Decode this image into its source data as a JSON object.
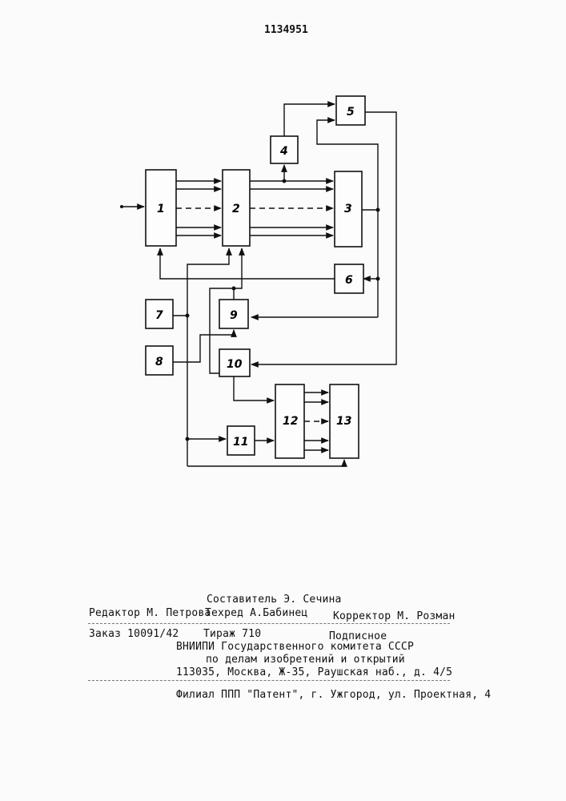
{
  "patent_number": "1134951",
  "diagram": {
    "blocks": [
      {
        "id": "1",
        "label": "1"
      },
      {
        "id": "2",
        "label": "2"
      },
      {
        "id": "3",
        "label": "3"
      },
      {
        "id": "4",
        "label": "4"
      },
      {
        "id": "5",
        "label": "5"
      },
      {
        "id": "6",
        "label": "6"
      },
      {
        "id": "7",
        "label": "7"
      },
      {
        "id": "8",
        "label": "8"
      },
      {
        "id": "9",
        "label": "9"
      },
      {
        "id": "10",
        "label": "10"
      },
      {
        "id": "11",
        "label": "11"
      },
      {
        "id": "12",
        "label": "12"
      },
      {
        "id": "13",
        "label": "13"
      }
    ]
  },
  "imprint": {
    "compiler": "Составитель Э. Сечина",
    "editor": "Редактор М. Петрова",
    "techeditor": "Техред А.Бабинец",
    "corrector": "Корректор М. Розман",
    "order": "Заказ 10091/42",
    "circulation": "Тираж 710",
    "subscription": "Подписное",
    "org_line1": "ВНИИПИ Государственного комитета СССР",
    "org_line2": "по делам изобретений и открытий",
    "org_address": "113035, Москва, Ж-35, Раушская наб., д. 4/5",
    "branch": "Филиал ППП \"Патент\", г. Ужгород, ул. Проектная, 4"
  }
}
